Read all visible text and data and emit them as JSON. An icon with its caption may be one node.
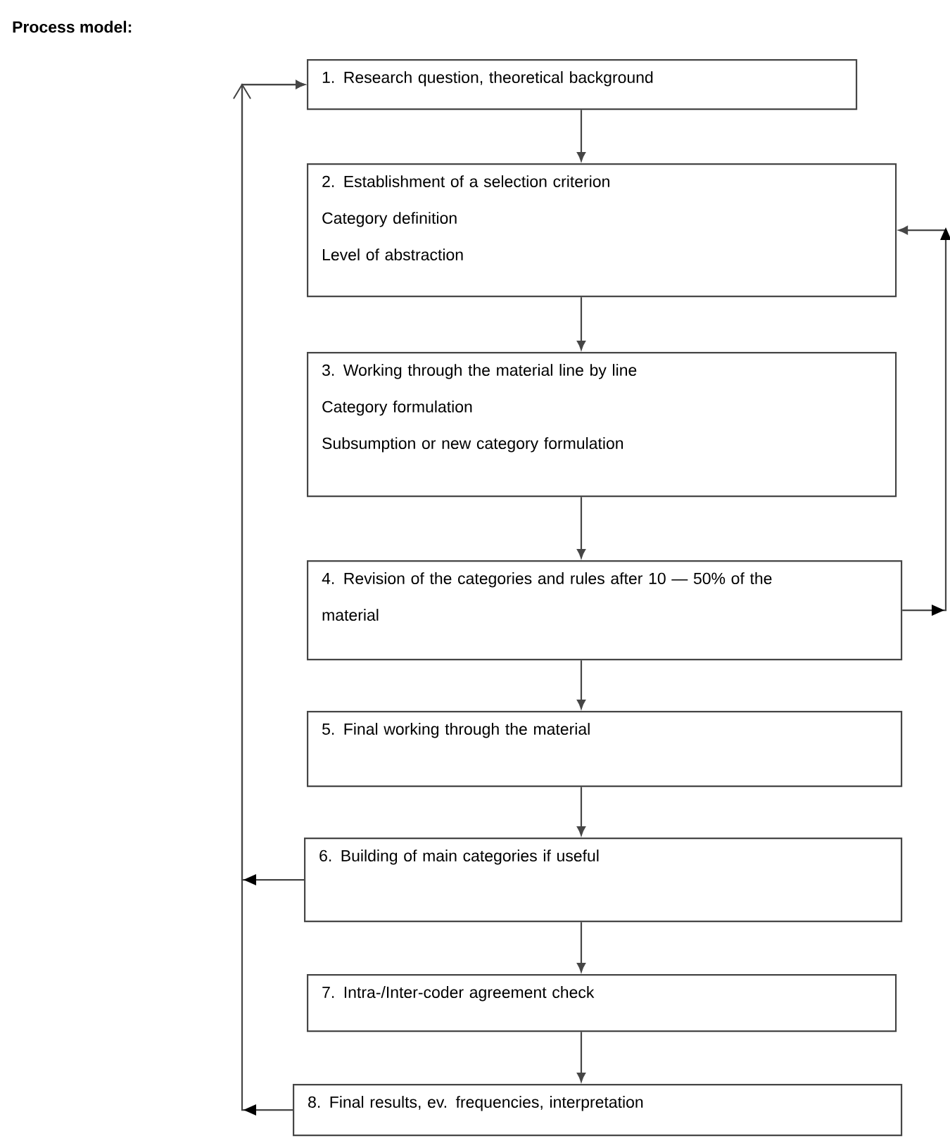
{
  "diagram": {
    "title": "Process model:",
    "nodes": [
      {
        "text": [
          "1. Research question, theoretical background"
        ]
      },
      {
        "text": [
          "2. Establishment of a selection criterion",
          "Category definition",
          "Level of abstraction"
        ]
      },
      {
        "text": [
          "3. Working through the material line by line",
          "Category formulation",
          "Subsumption or new category formulation"
        ]
      },
      {
        "text": [
          "4. Revision of the categories and rules after 10 — 50% of the material"
        ]
      },
      {
        "text": [
          "5. Final working through the material"
        ]
      },
      {
        "text": [
          "6. Building of main categories if useful"
        ]
      },
      {
        "text": [
          "7. Intra-/Inter-coder agreement check"
        ]
      },
      {
        "text": [
          "8. Final results, ev. frequencies, interpretation"
        ]
      }
    ],
    "edges": [
      {
        "from": 0,
        "to": 1,
        "arrow": "to"
      },
      {
        "from": 1,
        "to": 2,
        "arrow": "to"
      },
      {
        "from": 2,
        "to": 3,
        "arrow": "to"
      },
      {
        "from": 3,
        "to": 4,
        "arrow": "to"
      },
      {
        "from": 4,
        "to": 5,
        "arrow": "to"
      },
      {
        "from": 5,
        "to": 6,
        "arrow": "to"
      },
      {
        "from": 6,
        "to": 7,
        "arrow": "to"
      },
      {
        "from": 5,
        "to": 0,
        "arrow": "to"
      },
      {
        "from": 7,
        "to": 0,
        "arrow": "to"
      },
      {
        "from": 3,
        "to": 1,
        "arrow": "to"
      }
    ]
  }
}
